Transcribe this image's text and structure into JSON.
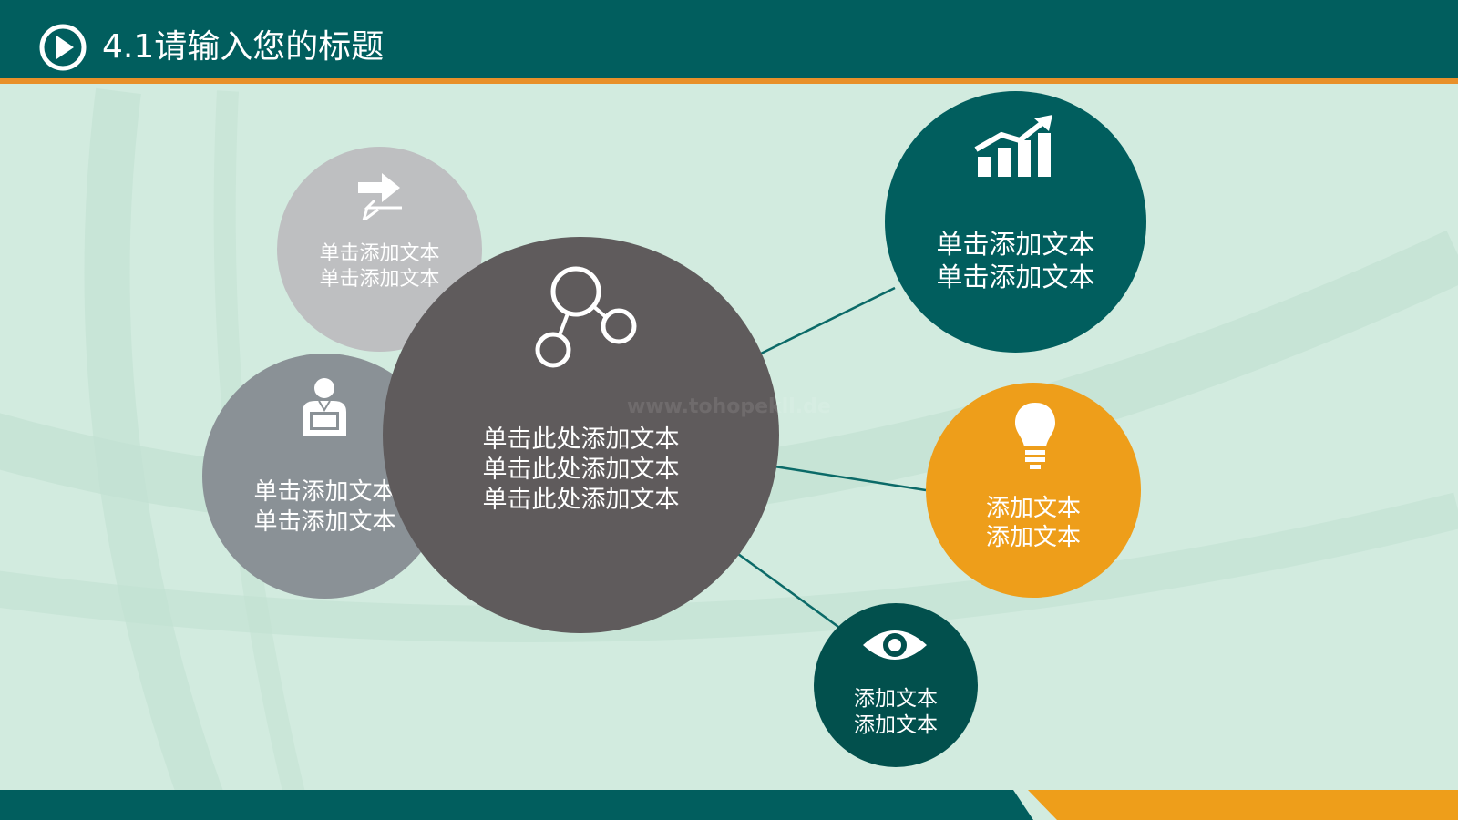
{
  "header": {
    "title": "4.1请输入您的标题",
    "play_icon": "play-circle-icon",
    "background": "#015e5e",
    "accent_line": "#e8902a"
  },
  "circles": {
    "top_left": {
      "icon": "transfer-arrows-icon",
      "lines": [
        "单击添加文本",
        "单击添加文本"
      ],
      "color": "#bebfc1"
    },
    "mid_left": {
      "icon": "person-laptop-icon",
      "lines": [
        "单击添加文本",
        "单击添加文本"
      ],
      "color": "#8a9196"
    },
    "center": {
      "icon": "share-nodes-icon",
      "lines": [
        "单击此处添加文本",
        "单击此处添加文本",
        "单击此处添加文本"
      ],
      "color": "#5f5b5c"
    },
    "top_right": {
      "icon": "growth-chart-icon",
      "lines": [
        "单击添加文本",
        "单击添加文本"
      ],
      "color": "#015e5e"
    },
    "mid_right": {
      "icon": "lightbulb-icon",
      "lines": [
        "添加文本",
        "添加文本"
      ],
      "color": "#ee9e1a"
    },
    "bottom_right": {
      "icon": "eye-icon",
      "lines": [
        "添加文本",
        "添加文本"
      ],
      "color": "#02504d"
    }
  },
  "watermark": "www.tohopekll.de",
  "footer": {
    "left_color": "#015e5e",
    "right_color": "#ee9e1a"
  }
}
